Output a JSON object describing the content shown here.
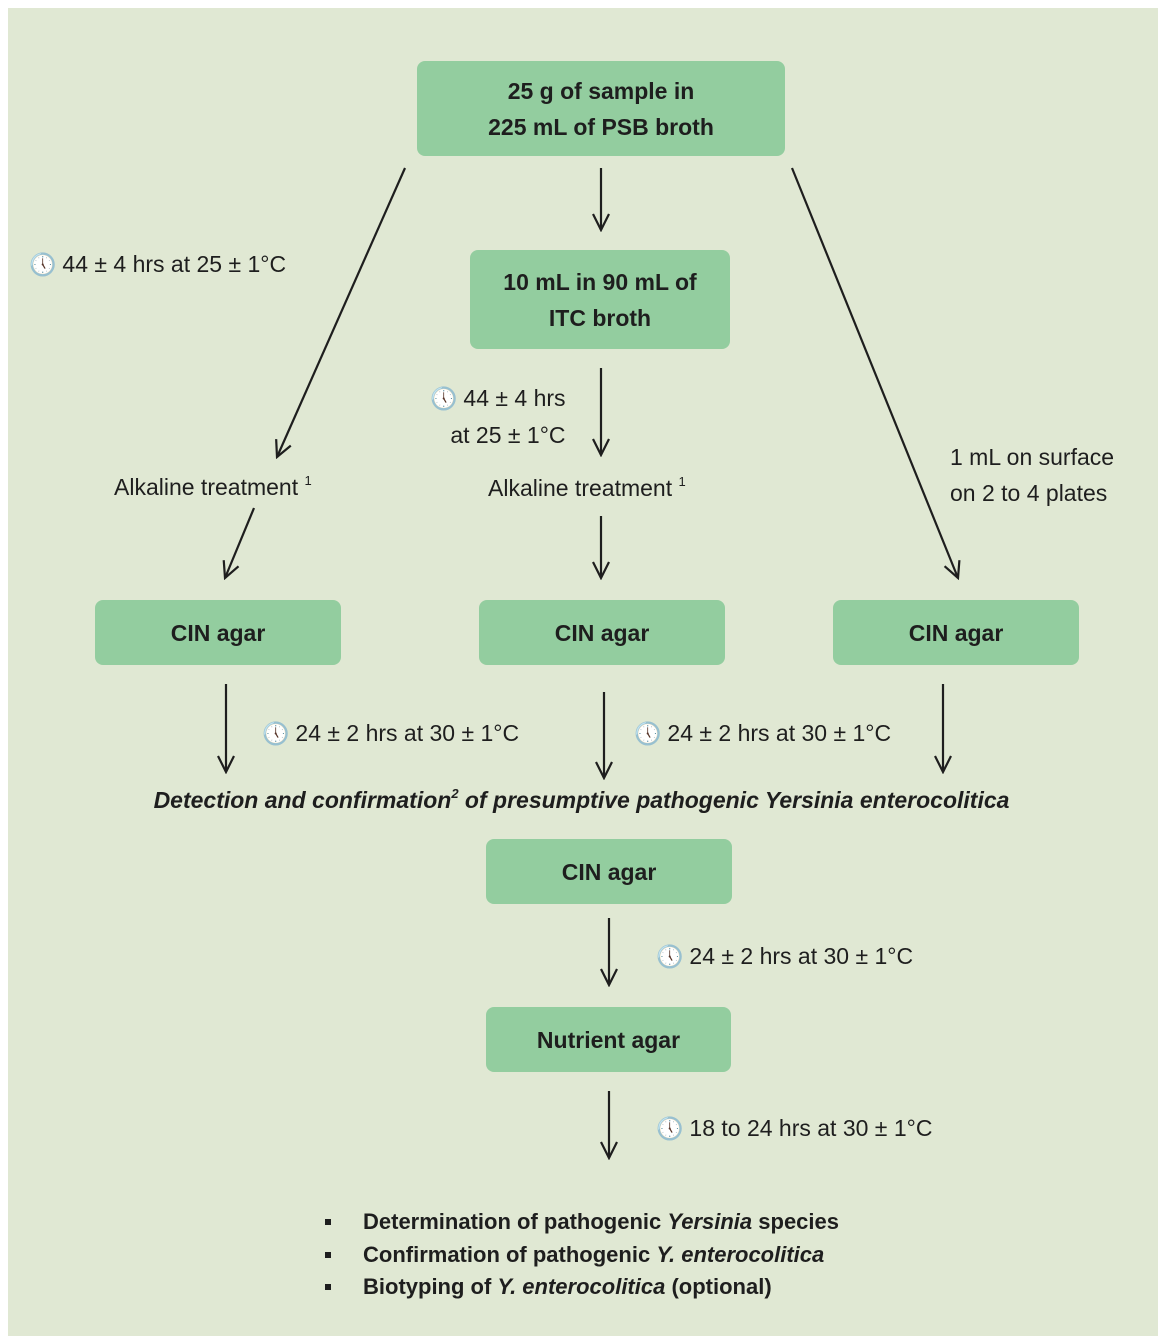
{
  "boxes": {
    "sample": {
      "line1": "25 g of sample in",
      "line2": "225 mL of PSB broth"
    },
    "itc": {
      "line1": "10 mL in 90 mL of",
      "line2": "ITC broth"
    },
    "cin_left": "CIN agar",
    "cin_middle": "CIN agar",
    "cin_right": "CIN agar",
    "cin_confirm": "CIN agar",
    "nutrient": "Nutrient agar"
  },
  "labels": {
    "clock_icon_glyph": "🕔",
    "left_incubation": "44 ± 4 hrs at 25 ± 1°C",
    "middle_incubation": {
      "line1": "44 ± 4 hrs",
      "line2": "at 25 ± 1°C"
    },
    "alkaline_left": "Alkaline treatment",
    "alkaline_left_note": "1",
    "alkaline_middle": "Alkaline treatment",
    "alkaline_middle_note": "1",
    "surface_plating": {
      "line1": "1 mL on surface",
      "line2": "on 2 to 4 plates"
    },
    "cin_incubation_left": "24 ± 2 hrs at 30 ± 1°C",
    "cin_incubation_right": "24 ± 2 hrs at 30 ± 1°C",
    "confirm_incubation": "24 ± 2 hrs at 30 ± 1°C",
    "nutrient_incubation": "18 to 24 hrs at 30 ± 1°C"
  },
  "detection": {
    "text_before": "Detection and confirmation",
    "note": "2",
    "text_after": " of presumptive pathogenic Yersinia enterocolitica"
  },
  "results": [
    {
      "before": "Determination of pathogenic ",
      "italic": "Yersinia",
      "after": " species"
    },
    {
      "before": "Confirmation of pathogenic ",
      "italic": "Y. enterocolitica",
      "after": ""
    },
    {
      "before": "Biotyping of ",
      "italic": "Y. enterocolitica",
      "after": " (optional)"
    }
  ],
  "colors": {
    "background": "#e0e8d3",
    "box_fill": "#93cd9f",
    "text": "#1e1e1e"
  }
}
